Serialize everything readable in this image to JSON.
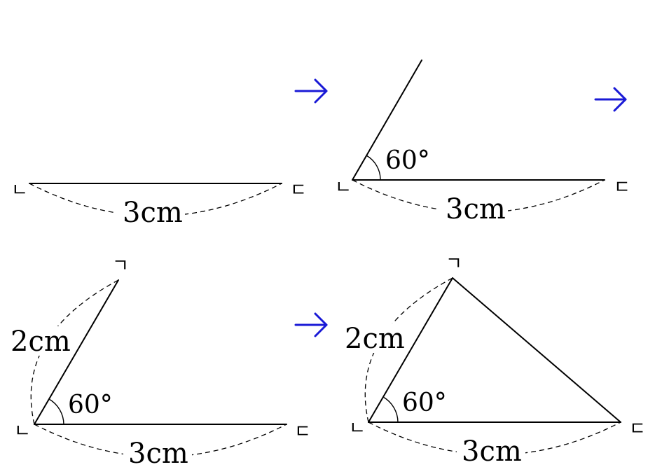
{
  "colors": {
    "line": "#000000",
    "arrow": "#1a1ad6",
    "background": "#ffffff"
  },
  "icons": {
    "step_arrow": "right-arrow-icon"
  },
  "labels": {
    "point_left": "ㄴ",
    "point_right": "ㄷ",
    "point_top": "ㄱ",
    "length_base": "3cm",
    "length_side": "2cm",
    "angle": "60°"
  }
}
